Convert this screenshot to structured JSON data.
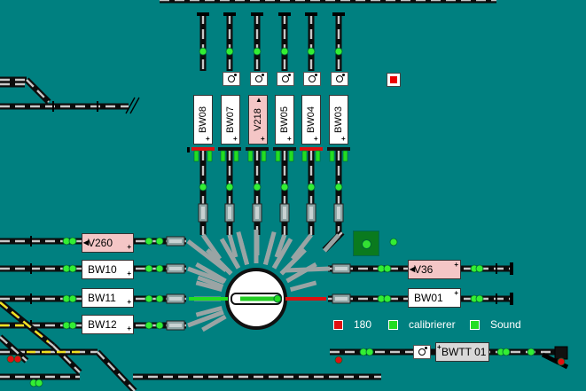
{
  "locos_h": [
    {
      "name": "loco-v260",
      "label": "V260",
      "pink": true
    },
    {
      "name": "loco-bw10",
      "label": "BW10",
      "pink": false
    },
    {
      "name": "loco-bw11",
      "label": "BW11",
      "pink": false
    },
    {
      "name": "loco-bw12",
      "label": "BW12",
      "pink": false
    },
    {
      "name": "loco-v36",
      "label": "V36",
      "pink": true
    },
    {
      "name": "loco-bw01",
      "label": "BW01",
      "pink": false
    },
    {
      "name": "loco-bwtt01",
      "label": "BWTT 01",
      "pink": false
    }
  ],
  "locos_v": [
    {
      "name": "loco-bw08",
      "label": "BW08",
      "pink": false
    },
    {
      "name": "loco-bw07",
      "label": "BW07",
      "pink": false
    },
    {
      "name": "loco-v218",
      "label": "V218",
      "pink": true
    },
    {
      "name": "loco-bw05",
      "label": "BW05",
      "pink": false
    },
    {
      "name": "loco-bw04",
      "label": "BW04",
      "pink": false
    },
    {
      "name": "loco-bw03",
      "label": "BW03",
      "pink": false
    }
  ],
  "legend": [
    {
      "name": "legend-180",
      "label": "180",
      "color": "#e01010"
    },
    {
      "name": "legend-calibrierer",
      "label": "calibrierer",
      "color": "#22dd22"
    },
    {
      "name": "legend-sound",
      "label": "Sound",
      "color": "#22dd22"
    }
  ],
  "colors": {
    "background": "#008080",
    "track": "#0c0c0c",
    "track_dash": "#c8c8c8",
    "signal_green": "#33ee33",
    "signal_red": "#e01010",
    "turntable_bridge_left": "#22cc22",
    "turntable_bridge_right": "#dd1111",
    "highlight_yellow": "#f0e020"
  },
  "icons": {
    "light_button": "bulb-icon",
    "turntable": "turntable-icon"
  }
}
